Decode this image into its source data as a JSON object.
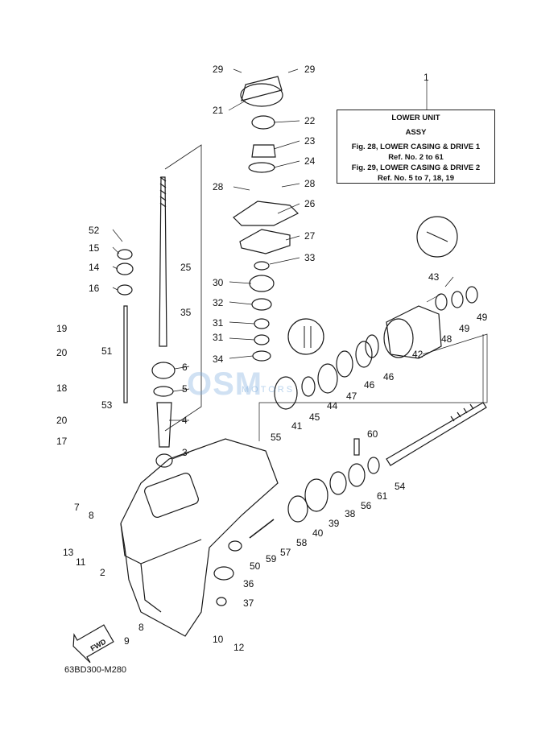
{
  "title_box": {
    "ref_number": "1",
    "line1": "LOWER UNIT",
    "line2": "ASSY",
    "line3": "Fig. 28, LOWER CASING & DRIVE 1",
    "line4": "Ref. No. 2 to 61",
    "line5": "Fig. 29, LOWER CASING & DRIVE 2",
    "line6": "Ref. No. 5 to 7, 18, 19"
  },
  "diagram_code": "63BD300-M280",
  "fwd_label": "FWD",
  "watermark": {
    "main": "OSM",
    "sub": "MOTORS"
  },
  "labels": [
    "29",
    "29",
    "21",
    "22",
    "23",
    "24",
    "28",
    "28",
    "26",
    "27",
    "33",
    "30",
    "32",
    "31",
    "31",
    "34",
    "52",
    "15",
    "14",
    "16",
    "25",
    "35",
    "19",
    "20",
    "51",
    "18",
    "53",
    "20",
    "17",
    "6",
    "5",
    "4",
    "3",
    "43",
    "49",
    "49",
    "48",
    "42",
    "46",
    "46",
    "47",
    "44",
    "45",
    "41",
    "55",
    "60",
    "54",
    "61",
    "56",
    "38",
    "39",
    "40",
    "58",
    "57",
    "59",
    "50",
    "36",
    "37",
    "7",
    "8",
    "13",
    "11",
    "2",
    "8",
    "9",
    "10",
    "12"
  ],
  "colors": {
    "line": "#1a1a1a",
    "watermark": "#8ab6de"
  }
}
